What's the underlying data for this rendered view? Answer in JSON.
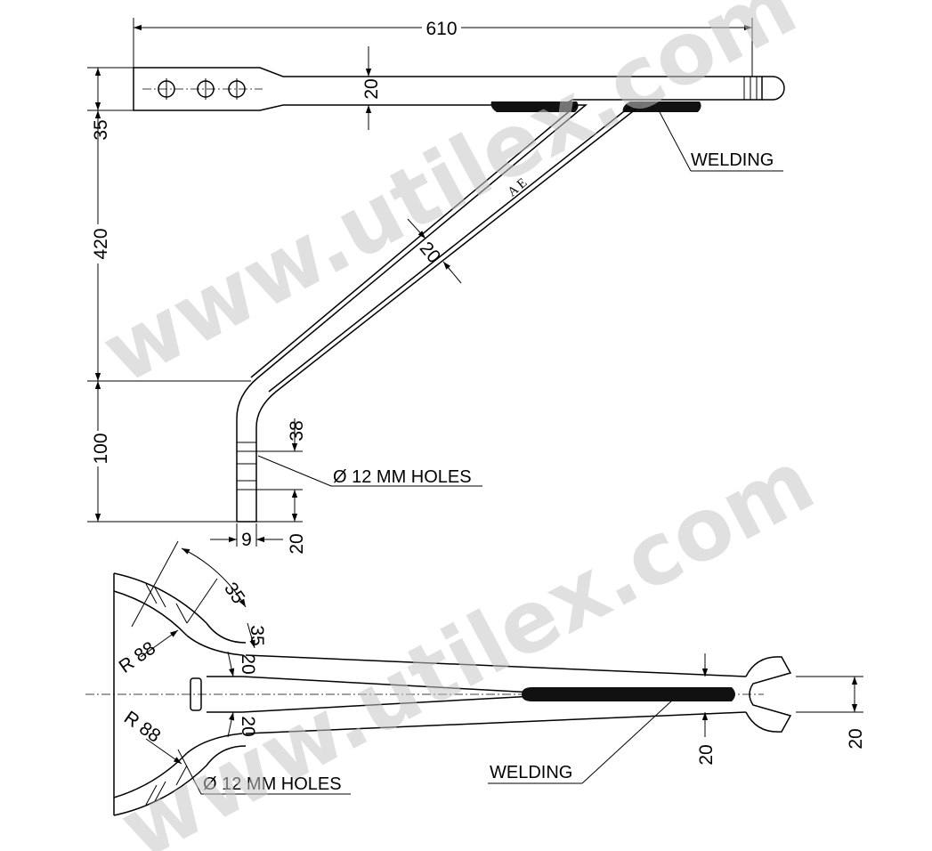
{
  "watermark": {
    "text": "www.utilex.com",
    "color": "#c8c8c8"
  },
  "top_view": {
    "dimensions": {
      "overall_length": "610",
      "flat_bar_width": "20",
      "arm_width": "20",
      "top_offset": "35",
      "vertical_drop": "420",
      "leg_length": "100",
      "hole_spacing": "38",
      "bottom_offset": "20",
      "leg_thickness": "9"
    },
    "labels": {
      "welding": "WELDING",
      "holes": "Ø 12 MM HOLES",
      "marking": "A E"
    }
  },
  "bottom_view": {
    "dimensions": {
      "angle_1": "35",
      "angle_2": "35",
      "radius_top": "R 88",
      "radius_bottom": "R 88",
      "arm_width_top": "20",
      "arm_width_bottom": "20",
      "fork_width": "20",
      "fork_gap": "20"
    },
    "labels": {
      "welding": "WELDING",
      "holes": "Ø 12 MM HOLES"
    }
  }
}
